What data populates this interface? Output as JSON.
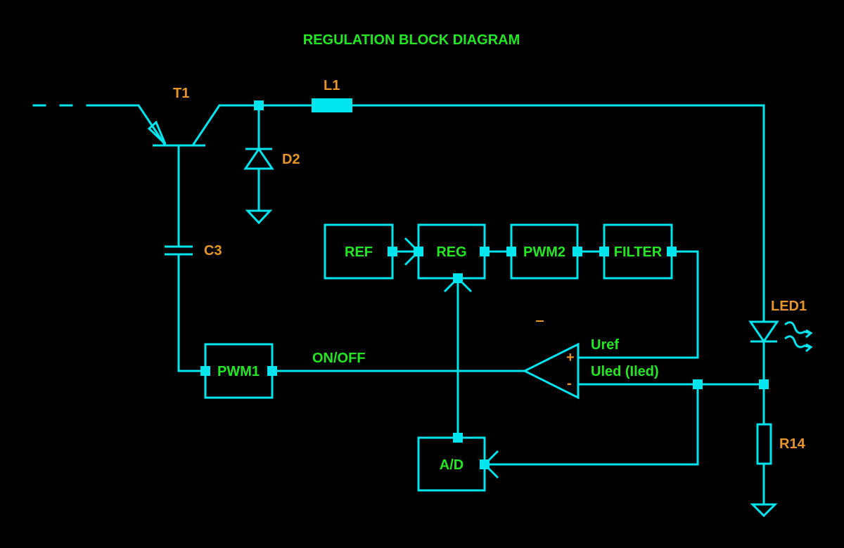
{
  "title": "REGULATION BLOCK DIAGRAM",
  "colors": {
    "background": "#000000",
    "wire": "#00e5ee",
    "block_label": "#22e822",
    "ref_designator": "#e8962a"
  },
  "components": {
    "transistor": "T1",
    "inductor": "L1",
    "diode": "D2",
    "capacitor": "C3",
    "led": "LED1",
    "resistor": "R14"
  },
  "blocks": {
    "ref": "REF",
    "reg": "REG",
    "pwm2": "PWM2",
    "filter": "FILTER",
    "pwm1": "PWM1",
    "ad": "A/D"
  },
  "signals": {
    "on_off": "ON/OFF",
    "uref": "Uref",
    "uled": "Uled (Iled)",
    "plus": "+",
    "minus": "-"
  }
}
